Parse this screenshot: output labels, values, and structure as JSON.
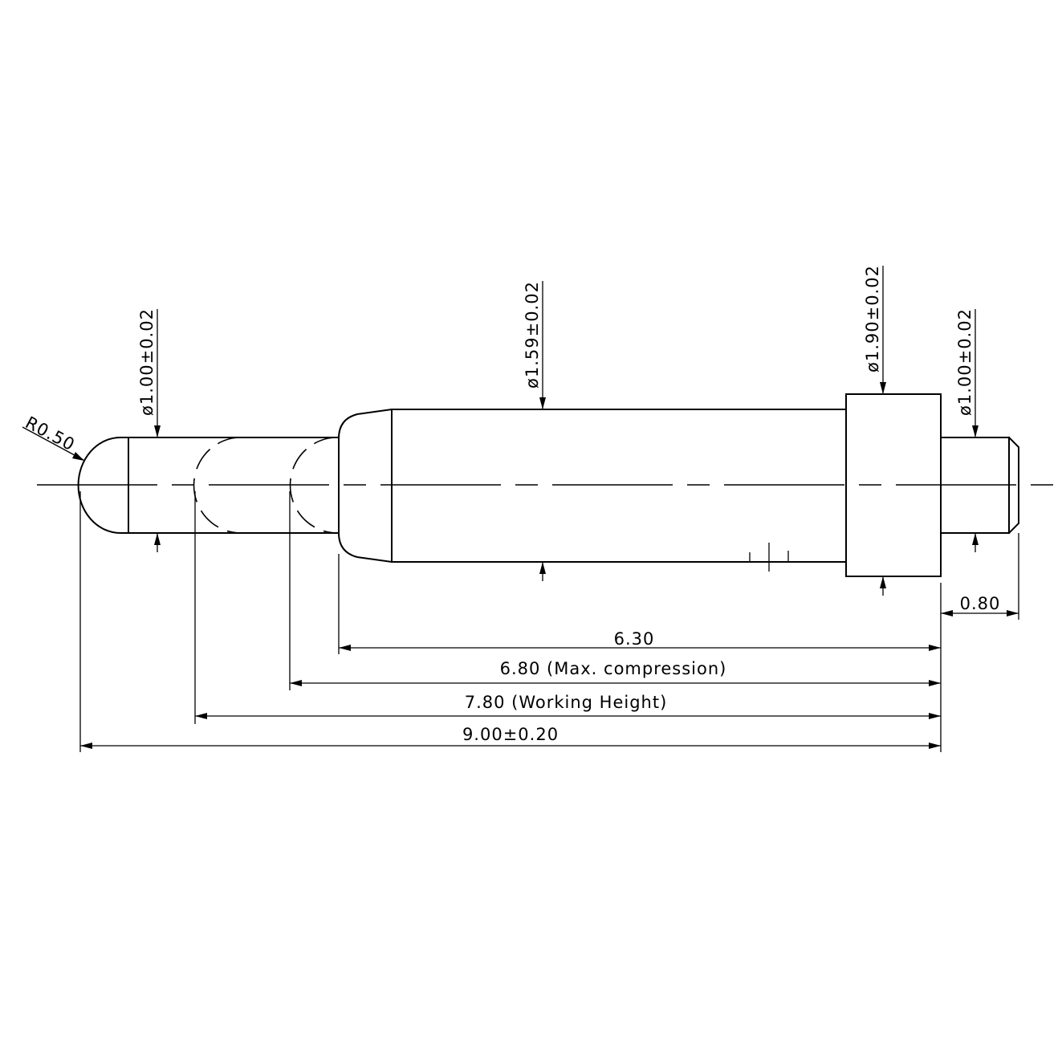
{
  "drawing": {
    "labels": {
      "radius_tip": "R0.50",
      "dia_plunger": "ø1.00±0.02",
      "dia_barrel": "ø1.59±0.02",
      "dia_flange": "ø1.90±0.02",
      "dia_tail": "ø1.00±0.02",
      "len_tail": "0.80",
      "len_barrel": "6.30",
      "len_max_compression": "6.80 (Max. compression)",
      "len_working_height": "7.80 (Working Height)",
      "len_total": "9.00±0.20"
    }
  }
}
